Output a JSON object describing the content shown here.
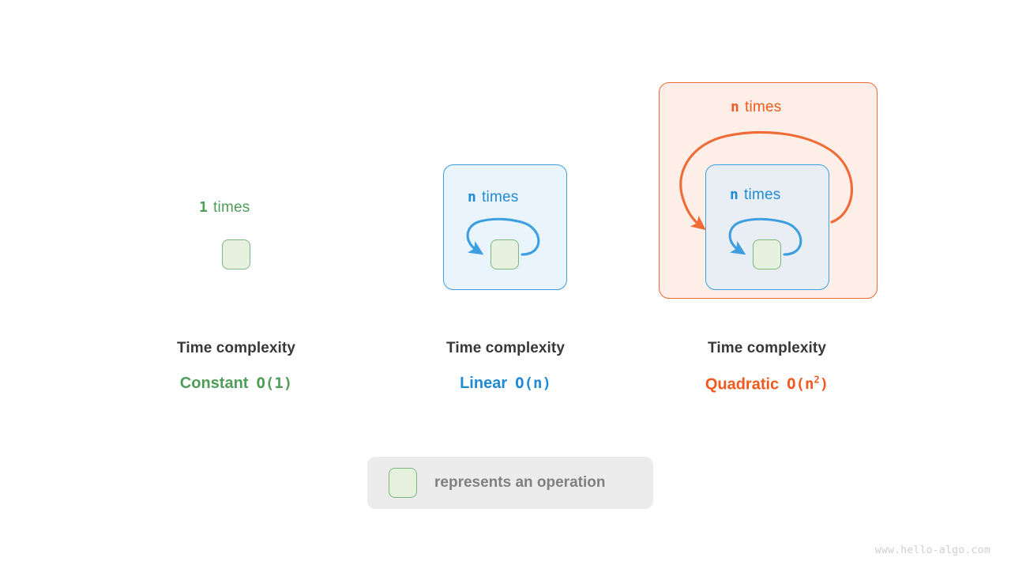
{
  "diagram": {
    "watermark": "www.hello-algo.com",
    "colors": {
      "green": "#4f9d58",
      "blue": "#1f8ad6",
      "orange": "#ef5a1e",
      "op_fill": "#e6f1e0",
      "op_border": "#7fb57f",
      "linear_fill": "#e9f4fc",
      "linear_border": "#3d9fe0",
      "quad_fill": "#fdeee7",
      "quad_border": "#ef6a35",
      "caption": "#383838",
      "legend_bg": "#ececec",
      "legend_text": "#808080"
    },
    "panels": [
      {
        "id": "constant",
        "count": {
          "n": "1",
          "word": "times"
        },
        "title": "Time complexity",
        "name": "Constant",
        "notation": "O(1)",
        "notation_base": "O(1)",
        "notation_exp": ""
      },
      {
        "id": "linear",
        "count": {
          "n": "n",
          "word": "times"
        },
        "title": "Time complexity",
        "name": "Linear",
        "notation": "O(n)",
        "notation_base": "O(n)",
        "notation_exp": ""
      },
      {
        "id": "quadratic",
        "outer_count": {
          "n": "n",
          "word": "times"
        },
        "count": {
          "n": "n",
          "word": "times"
        },
        "title": "Time complexity",
        "name": "Quadratic",
        "notation": "O(n^2)",
        "notation_base": "O(n",
        "notation_exp": "2",
        "notation_tail": ")"
      }
    ],
    "legend": {
      "text": "represents an operation"
    }
  }
}
